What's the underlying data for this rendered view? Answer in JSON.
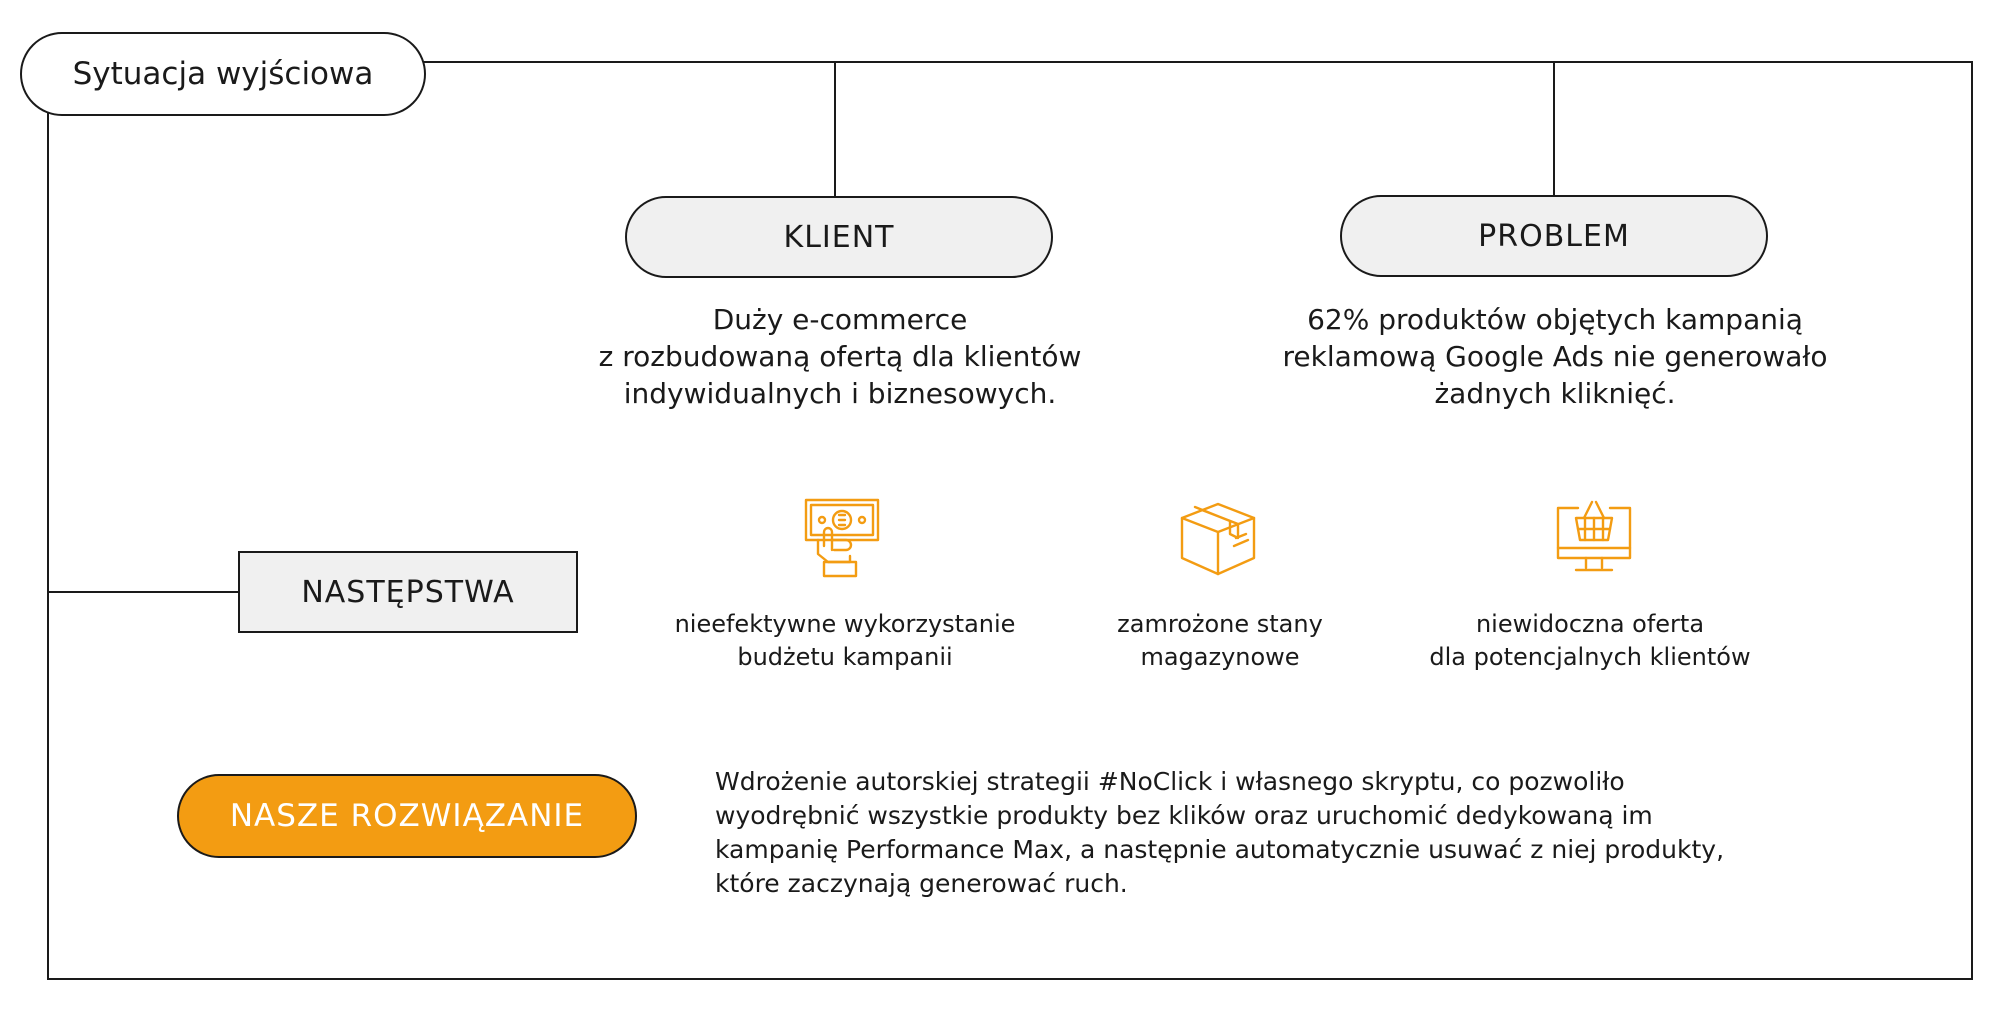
{
  "title": "Sytuacja wyjściowa",
  "client": {
    "label": "KLIENT",
    "description": [
      "Duży e-commerce",
      "z rozbudowaną ofertą dla klientów",
      "indywidualnych i biznesowych."
    ]
  },
  "problem": {
    "label": "PROBLEM",
    "description": [
      "62% produktów objętych kampanią",
      "reklamową Google Ads nie generowało",
      "żadnych kliknięć."
    ]
  },
  "consequences": {
    "label": "NASTĘPSTWA",
    "items": [
      {
        "icon": "money-hand-icon",
        "lines": [
          "nieefektywne wykorzystanie",
          "budżetu kampanii"
        ]
      },
      {
        "icon": "package-box-icon",
        "lines": [
          "zamrożone stany",
          "magazynowe"
        ]
      },
      {
        "icon": "monitor-cart-icon",
        "lines": [
          "niewidoczna oferta",
          "dla potencjalnych klientów"
        ]
      }
    ]
  },
  "solution": {
    "label": "NASZE ROZWIĄZANIE",
    "lines": [
      "Wdrożenie autorskiej strategii #NoClick i własnego skryptu, co pozwoliło",
      "wyodrębnić wszystkie produkty bez klików oraz uruchomić dedykowaną im",
      "kampanię Performance Max, a następnie automatycznie usuwać z niej produkty,",
      "które zaczynają generować ruch."
    ]
  },
  "colors": {
    "accent": "#f39c12",
    "line": "#1a1a1a",
    "pill_fill": "#f0f0f0"
  }
}
